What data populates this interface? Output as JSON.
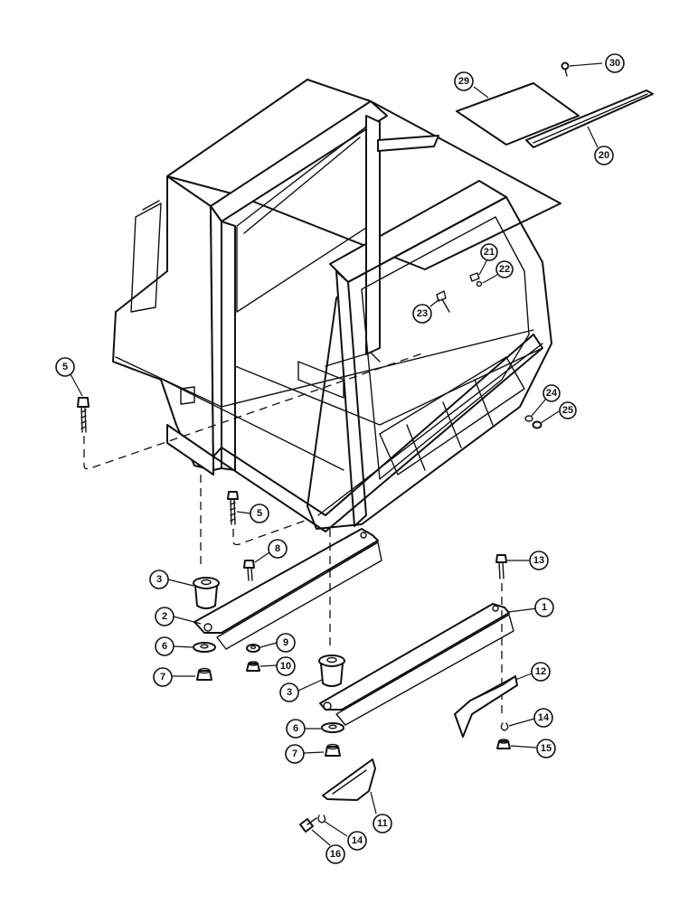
{
  "callouts": [
    "1",
    "2",
    "3",
    "3",
    "5",
    "5",
    "6",
    "6",
    "7",
    "7",
    "8",
    "9",
    "10",
    "11",
    "12",
    "13",
    "14",
    "14",
    "15",
    "16",
    "20",
    "21",
    "22",
    "23",
    "24",
    "25",
    "29",
    "30"
  ]
}
